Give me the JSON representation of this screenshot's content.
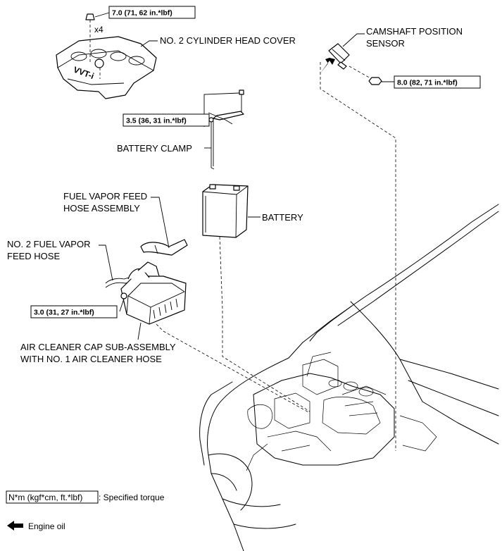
{
  "labels": {
    "cylinder_head_cover": "NO. 2 CYLINDER HEAD COVER",
    "camshaft_sensor_line1": "CAMSHAFT POSITION",
    "camshaft_sensor_line2": "SENSOR",
    "battery_clamp": "BATTERY CLAMP",
    "battery": "BATTERY",
    "fuel_vapor_feed_line1": "FUEL VAPOR FEED",
    "fuel_vapor_feed_line2": "HOSE ASSEMBLY",
    "no2_fuel_vapor_line1": "NO. 2 FUEL VAPOR",
    "no2_fuel_vapor_line2": "FEED HOSE",
    "air_cleaner_line1": "AIR CLEANER CAP SUB-ASSEMBLY",
    "air_cleaner_line2": "WITH NO. 1 AIR CLEANER HOSE",
    "cover_logo": "VVT-i"
  },
  "torques": {
    "cover_nut": "7.0 (71, 62 in.*lbf)",
    "cover_nut_qty": "x4",
    "sensor_bolt": "8.0 (82, 71 in.*lbf)",
    "battery_clamp": "3.5 (36, 31 in.*lbf)",
    "air_cleaner": "3.0 (31, 27 in.*lbf)"
  },
  "legend": {
    "torque_unit": "N*m (kgf*cm, ft.*lbf)",
    "torque_desc": ": Specified torque",
    "engine_oil": "Engine oil"
  }
}
